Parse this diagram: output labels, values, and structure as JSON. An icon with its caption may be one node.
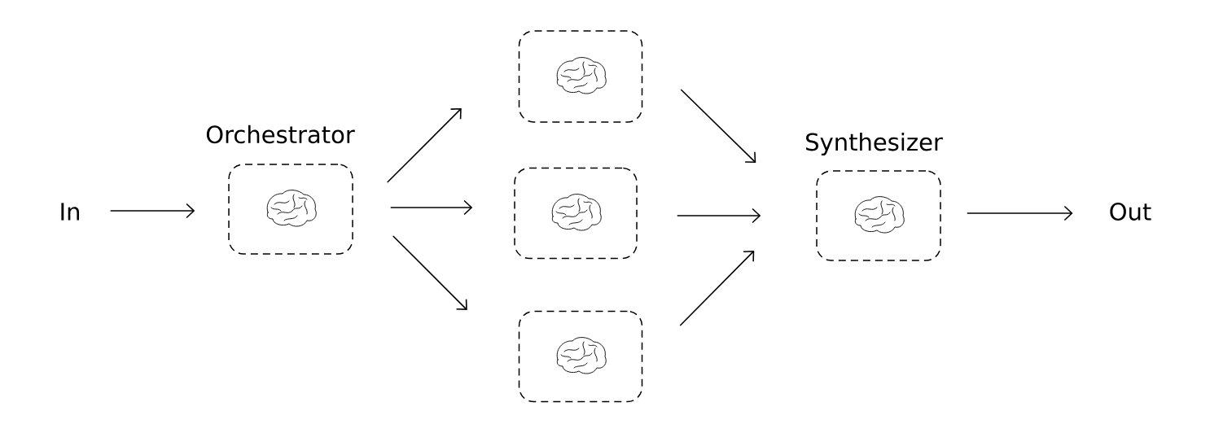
{
  "diagram": {
    "nodes": [
      {
        "text": [
          "In"
        ]
      },
      {
        "text": [
          "Orchestrator"
        ]
      },
      {
        "text": [],
        "shape": "box"
      },
      {
        "text": [],
        "shape": "box"
      },
      {
        "text": [],
        "shape": "box"
      },
      {
        "text": [
          "Synthesizer"
        ]
      },
      {
        "text": [
          "Out"
        ]
      }
    ],
    "edges": [
      {
        "from": 0,
        "to": 1,
        "arrow": "to"
      },
      {
        "from": 1,
        "to": 2,
        "arrow": "to"
      },
      {
        "from": 1,
        "to": 3,
        "arrow": "to"
      },
      {
        "from": 1,
        "to": 4,
        "arrow": "to"
      },
      {
        "from": 2,
        "to": 5,
        "arrow": "to"
      },
      {
        "from": 3,
        "to": 5,
        "arrow": "to"
      },
      {
        "from": 4,
        "to": 5,
        "arrow": "to"
      },
      {
        "from": 5,
        "to": 6,
        "arrow": "to"
      }
    ]
  }
}
